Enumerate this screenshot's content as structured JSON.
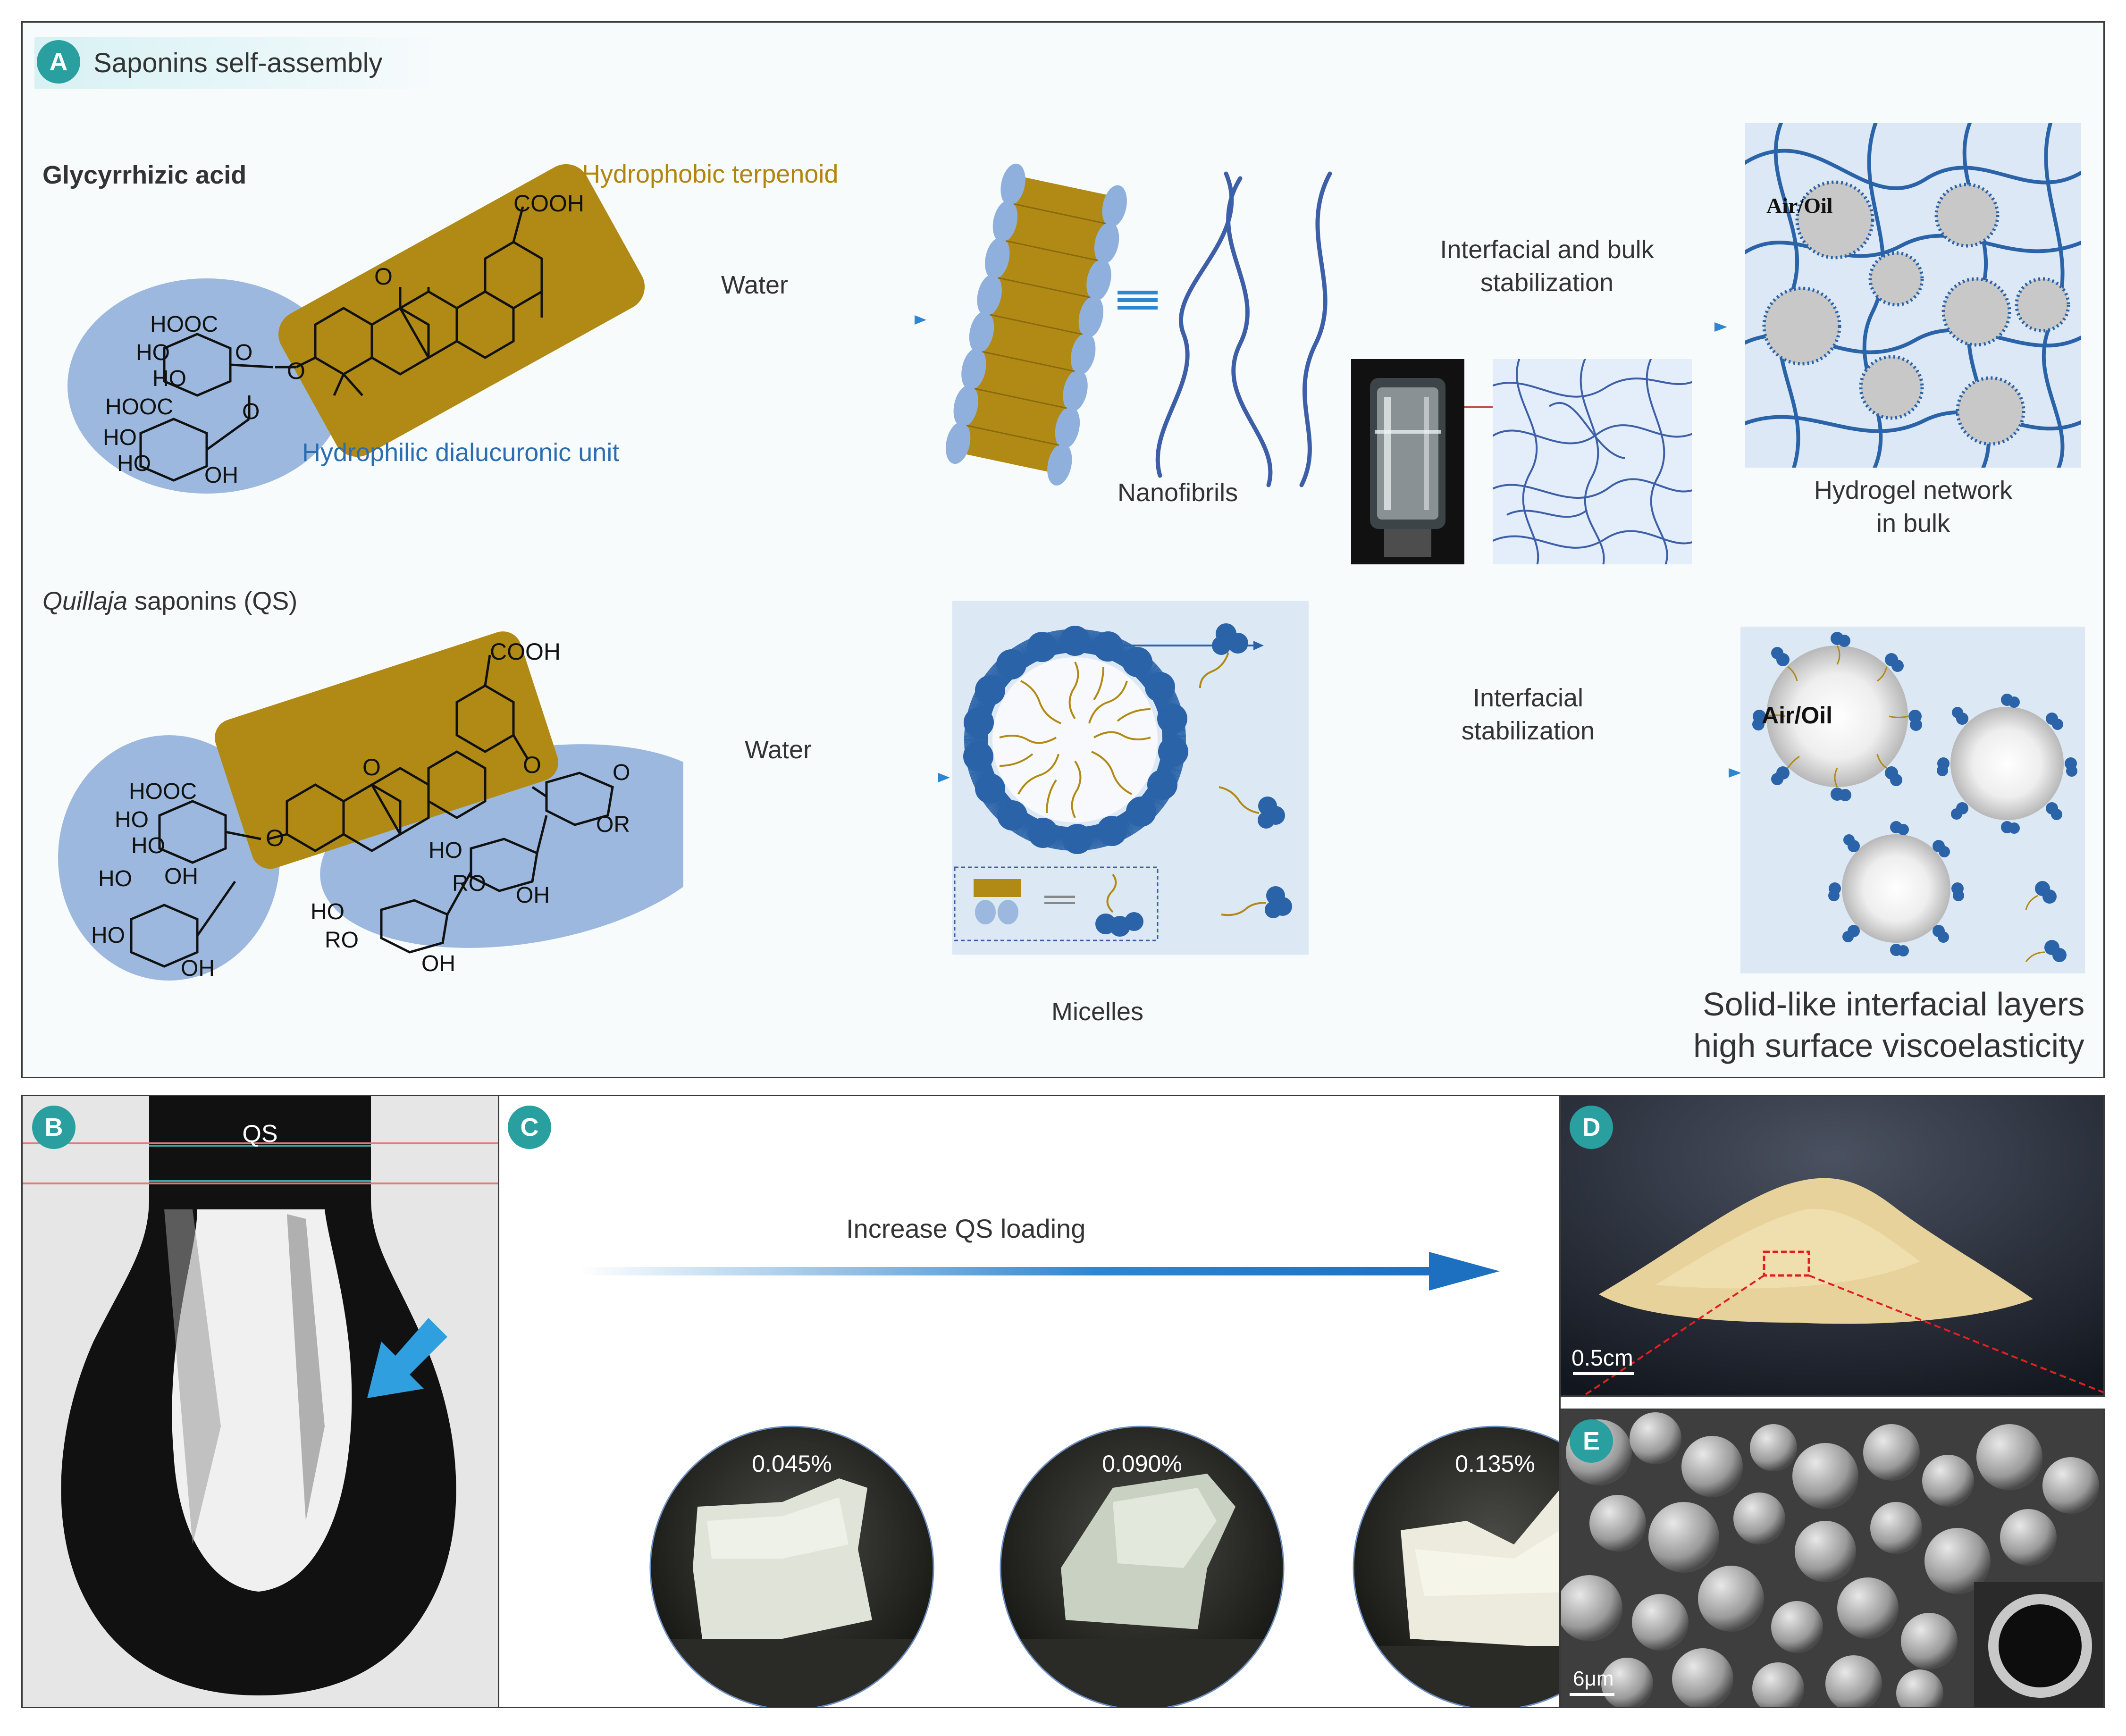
{
  "panel_a": {
    "badge": "A",
    "title": "Saponins self-assembly",
    "glycyrrhizic": {
      "name": "Glycyrrhizic acid",
      "hydrophobic_label": "Hydrophobic terpenoid",
      "hydrophilic_label": "Hydrophilic dialucuronic unit",
      "arrow_label": "Water",
      "product_label": "Nanofibrils",
      "stabilization_label_1": "Interfacial and bulk",
      "stabilization_label_2": "stabilization",
      "result_label_1": "Hydrogel network",
      "result_label_2": "in bulk",
      "droplet_label": "Air/Oil",
      "chem": {
        "hooc1": "HOOC",
        "ho1": "HO",
        "ho2": "HO",
        "o1": "O",
        "hooc2": "HOOC",
        "ho3": "HO",
        "ho4": "HO",
        "oh1": "OH",
        "o2": "O",
        "o_link": "O",
        "cooh": "COOH",
        "o_keto": "O"
      }
    },
    "quillaja": {
      "name_italic": "Quillaja",
      "name_rest": " saponins (QS)",
      "arrow_label": "Water",
      "product_label": "Micelles",
      "stabilization_label_1": "Interfacial",
      "stabilization_label_2": "stabilization",
      "result_label_1": "Solid-like interfacial layers",
      "result_label_2": "high surface viscoelasticity",
      "droplet_label": "Air/Oil",
      "chem": {
        "hooc": "HOOC",
        "ho1": "HO",
        "ho2": "HO",
        "ho3": "HO",
        "oh1": "OH",
        "ho4": "HO",
        "oh2": "OH",
        "o_link": "O",
        "cooh": "COOH",
        "o_keto": "O",
        "o_ester": "O",
        "or1": "OR",
        "ho5": "HO",
        "ro1": "RO",
        "ho6": "HO",
        "ro2": "RO",
        "oh3": "OH",
        "oh4": "OH",
        "oh5": "OH",
        "o_ring": "O"
      }
    }
  },
  "panel_b": {
    "badge": "B",
    "needle_label": "QS"
  },
  "panel_c": {
    "badge": "C",
    "arrow_label": "Increase QS loading",
    "samples": [
      {
        "label": "0.045%"
      },
      {
        "label": "0.090%"
      },
      {
        "label": "0.135%"
      }
    ]
  },
  "panel_d": {
    "badge": "D",
    "scale_label": "0.5cm"
  },
  "panel_e": {
    "badge": "E",
    "scale_label": "6μm"
  },
  "colors": {
    "badge": "#2a9fa0",
    "gold": "#b08a14",
    "hydrophilic_blue": "#9cb8de",
    "chain_blue": "#3d5fa8",
    "dark_blue": "#2a63a8",
    "arrow_blue": "#2f86d0",
    "label_gold": "#b0860d",
    "label_blue": "#2a6db0"
  }
}
